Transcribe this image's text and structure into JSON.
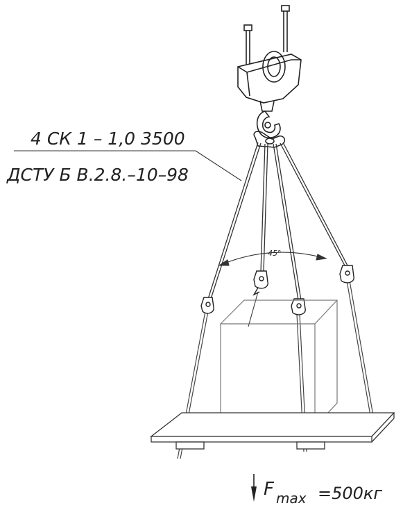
{
  "designation": {
    "line1": "4 СК 1 – 1,0 3500",
    "line2": "ДСТУ Б В.2.8.–10–98"
  },
  "angle_label": "45°",
  "load": {
    "symbol": "F",
    "subscript": "max",
    "value": "=500кг"
  },
  "colors": {
    "line": "#222222",
    "thin": "#555555"
  }
}
